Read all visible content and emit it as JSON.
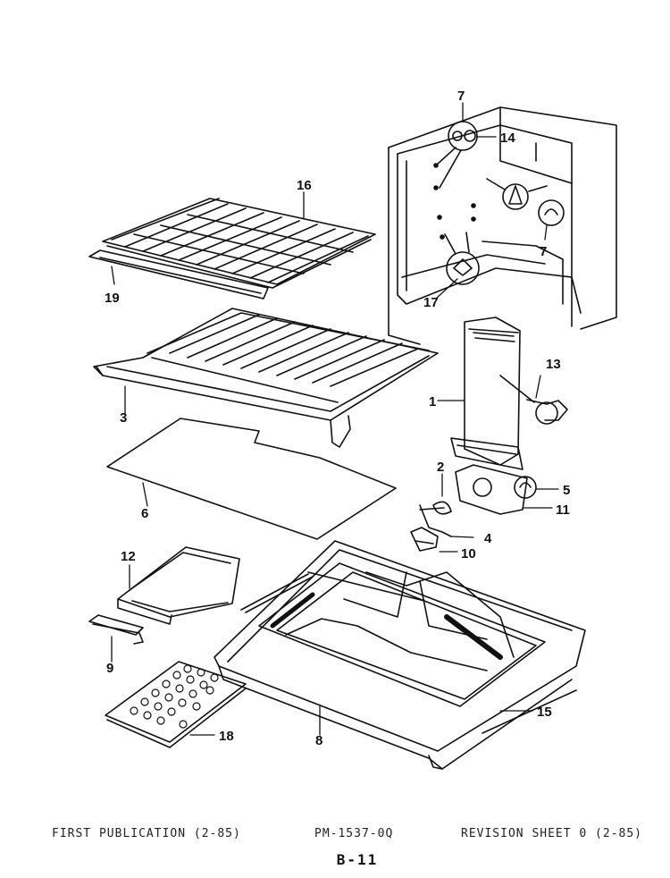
{
  "callouts": {
    "c1": "1",
    "c2": "2",
    "c3": "3",
    "c4": "4",
    "c5": "5",
    "c6": "6",
    "c7a": "7",
    "c7b": "7",
    "c8": "8",
    "c9": "9",
    "c10": "10",
    "c11": "11",
    "c12": "12",
    "c13": "13",
    "c14": "14",
    "c15": "15",
    "c16": "16",
    "c17": "17",
    "c18": "18",
    "c19": "19"
  },
  "footer": {
    "first_publication": "FIRST PUBLICATION (2-85)",
    "part_manual": "PM-1537-0Q",
    "revision": "REVISION SHEET 0 (2-85)",
    "page": "B-11"
  }
}
